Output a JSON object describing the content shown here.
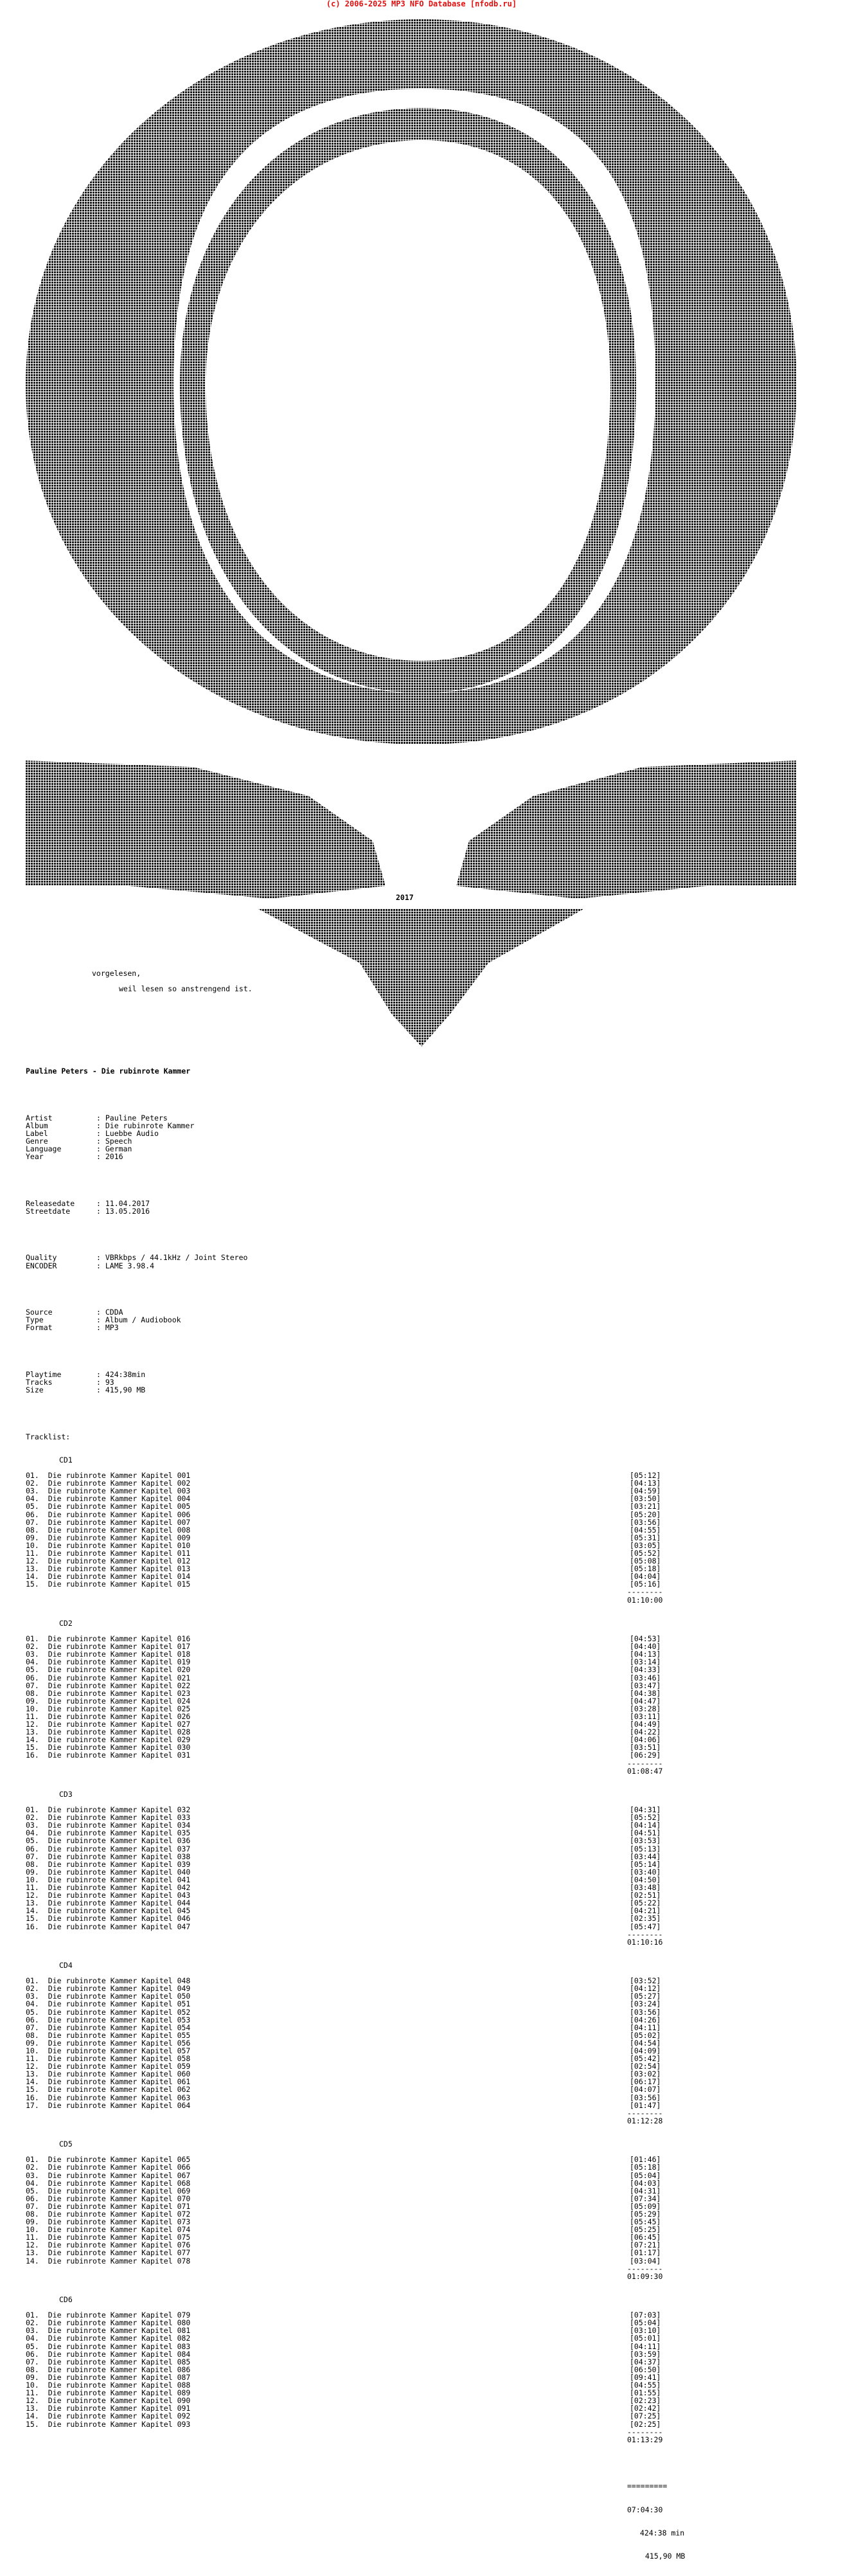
{
  "credit": "(c) 2006-2025 MP3 NFO Database [nfodb.ru]",
  "art": {
    "year": "2017",
    "tagline_1": "vorgelesen,",
    "tagline_2": "weil lesen so anstrengend ist."
  },
  "heading": "Pauline Peters - Die rubinrote Kammer",
  "info": [
    {
      "k": "Artist",
      "v": "Pauline Peters"
    },
    {
      "k": "Album",
      "v": "Die rubinrote Kammer"
    },
    {
      "k": "Label",
      "v": "Luebbe Audio"
    },
    {
      "k": "Genre",
      "v": "Speech"
    },
    {
      "k": "Language",
      "v": "German"
    },
    {
      "k": "Year",
      "v": "2016"
    }
  ],
  "dates": [
    {
      "k": "Releasedate",
      "v": "11.04.2017"
    },
    {
      "k": "Streetdate",
      "v": "13.05.2016"
    }
  ],
  "quality": [
    {
      "k": "Quality",
      "v": "VBRkbps / 44.1kHz / Joint Stereo"
    },
    {
      "k": "ENCODER",
      "v": "LAME 3.98.4"
    }
  ],
  "source": [
    {
      "k": "Source",
      "v": "CDDA"
    },
    {
      "k": "Type",
      "v": "Album / Audiobook"
    },
    {
      "k": "Format",
      "v": "MP3"
    }
  ],
  "stats": [
    {
      "k": "Playtime",
      "v": "424:38min"
    },
    {
      "k": "Tracks",
      "v": "93"
    },
    {
      "k": "Size",
      "v": "415,90 MB"
    }
  ],
  "tracklist_label": "Tracklist:",
  "separator": "--------",
  "cds": [
    {
      "name": "CD1",
      "total": "01:10:00",
      "tracks": [
        [
          "01.",
          "Die rubinrote Kammer Kapitel 001",
          "[05:12]"
        ],
        [
          "02.",
          "Die rubinrote Kammer Kapitel 002",
          "[04:13]"
        ],
        [
          "03.",
          "Die rubinrote Kammer Kapitel 003",
          "[04:59]"
        ],
        [
          "04.",
          "Die rubinrote Kammer Kapitel 004",
          "[03:50]"
        ],
        [
          "05.",
          "Die rubinrote Kammer Kapitel 005",
          "[03:21]"
        ],
        [
          "06.",
          "Die rubinrote Kammer Kapitel 006",
          "[05:20]"
        ],
        [
          "07.",
          "Die rubinrote Kammer Kapitel 007",
          "[03:56]"
        ],
        [
          "08.",
          "Die rubinrote Kammer Kapitel 008",
          "[04:55]"
        ],
        [
          "09.",
          "Die rubinrote Kammer Kapitel 009",
          "[05:31]"
        ],
        [
          "10.",
          "Die rubinrote Kammer Kapitel 010",
          "[03:05]"
        ],
        [
          "11.",
          "Die rubinrote Kammer Kapitel 011",
          "[05:52]"
        ],
        [
          "12.",
          "Die rubinrote Kammer Kapitel 012",
          "[05:08]"
        ],
        [
          "13.",
          "Die rubinrote Kammer Kapitel 013",
          "[05:18]"
        ],
        [
          "14.",
          "Die rubinrote Kammer Kapitel 014",
          "[04:04]"
        ],
        [
          "15.",
          "Die rubinrote Kammer Kapitel 015",
          "[05:16]"
        ]
      ]
    },
    {
      "name": "CD2",
      "total": "01:08:47",
      "tracks": [
        [
          "01.",
          "Die rubinrote Kammer Kapitel 016",
          "[04:53]"
        ],
        [
          "02.",
          "Die rubinrote Kammer Kapitel 017",
          "[04:40]"
        ],
        [
          "03.",
          "Die rubinrote Kammer Kapitel 018",
          "[04:13]"
        ],
        [
          "04.",
          "Die rubinrote Kammer Kapitel 019",
          "[03:14]"
        ],
        [
          "05.",
          "Die rubinrote Kammer Kapitel 020",
          "[04:33]"
        ],
        [
          "06.",
          "Die rubinrote Kammer Kapitel 021",
          "[03:46]"
        ],
        [
          "07.",
          "Die rubinrote Kammer Kapitel 022",
          "[03:47]"
        ],
        [
          "08.",
          "Die rubinrote Kammer Kapitel 023",
          "[04:38]"
        ],
        [
          "09.",
          "Die rubinrote Kammer Kapitel 024",
          "[04:47]"
        ],
        [
          "10.",
          "Die rubinrote Kammer Kapitel 025",
          "[03:28]"
        ],
        [
          "11.",
          "Die rubinrote Kammer Kapitel 026",
          "[03:11]"
        ],
        [
          "12.",
          "Die rubinrote Kammer Kapitel 027",
          "[04:49]"
        ],
        [
          "13.",
          "Die rubinrote Kammer Kapitel 028",
          "[04:22]"
        ],
        [
          "14.",
          "Die rubinrote Kammer Kapitel 029",
          "[04:06]"
        ],
        [
          "15.",
          "Die rubinrote Kammer Kapitel 030",
          "[03:51]"
        ],
        [
          "16.",
          "Die rubinrote Kammer Kapitel 031",
          "[06:29]"
        ]
      ]
    },
    {
      "name": "CD3",
      "total": "01:10:16",
      "tracks": [
        [
          "01.",
          "Die rubinrote Kammer Kapitel 032",
          "[04:31]"
        ],
        [
          "02.",
          "Die rubinrote Kammer Kapitel 033",
          "[05:52]"
        ],
        [
          "03.",
          "Die rubinrote Kammer Kapitel 034",
          "[04:14]"
        ],
        [
          "04.",
          "Die rubinrote Kammer Kapitel 035",
          "[04:51]"
        ],
        [
          "05.",
          "Die rubinrote Kammer Kapitel 036",
          "[03:53]"
        ],
        [
          "06.",
          "Die rubinrote Kammer Kapitel 037",
          "[05:13]"
        ],
        [
          "07.",
          "Die rubinrote Kammer Kapitel 038",
          "[03:44]"
        ],
        [
          "08.",
          "Die rubinrote Kammer Kapitel 039",
          "[05:14]"
        ],
        [
          "09.",
          "Die rubinrote Kammer Kapitel 040",
          "[03:40]"
        ],
        [
          "10.",
          "Die rubinrote Kammer Kapitel 041",
          "[04:50]"
        ],
        [
          "11.",
          "Die rubinrote Kammer Kapitel 042",
          "[03:48]"
        ],
        [
          "12.",
          "Die rubinrote Kammer Kapitel 043",
          "[02:51]"
        ],
        [
          "13.",
          "Die rubinrote Kammer Kapitel 044",
          "[05:22]"
        ],
        [
          "14.",
          "Die rubinrote Kammer Kapitel 045",
          "[04:21]"
        ],
        [
          "15.",
          "Die rubinrote Kammer Kapitel 046",
          "[02:35]"
        ],
        [
          "16.",
          "Die rubinrote Kammer Kapitel 047",
          "[05:47]"
        ]
      ]
    },
    {
      "name": "CD4",
      "total": "01:12:28",
      "tracks": [
        [
          "01.",
          "Die rubinrote Kammer Kapitel 048",
          "[03:52]"
        ],
        [
          "02.",
          "Die rubinrote Kammer Kapitel 049",
          "[04:12]"
        ],
        [
          "03.",
          "Die rubinrote Kammer Kapitel 050",
          "[05:27]"
        ],
        [
          "04.",
          "Die rubinrote Kammer Kapitel 051",
          "[03:24]"
        ],
        [
          "05.",
          "Die rubinrote Kammer Kapitel 052",
          "[03:56]"
        ],
        [
          "06.",
          "Die rubinrote Kammer Kapitel 053",
          "[04:26]"
        ],
        [
          "07.",
          "Die rubinrote Kammer Kapitel 054",
          "[04:11]"
        ],
        [
          "08.",
          "Die rubinrote Kammer Kapitel 055",
          "[05:02]"
        ],
        [
          "09.",
          "Die rubinrote Kammer Kapitel 056",
          "[04:54]"
        ],
        [
          "10.",
          "Die rubinrote Kammer Kapitel 057",
          "[04:09]"
        ],
        [
          "11.",
          "Die rubinrote Kammer Kapitel 058",
          "[05:42]"
        ],
        [
          "12.",
          "Die rubinrote Kammer Kapitel 059",
          "[02:54]"
        ],
        [
          "13.",
          "Die rubinrote Kammer Kapitel 060",
          "[03:02]"
        ],
        [
          "14.",
          "Die rubinrote Kammer Kapitel 061",
          "[06:17]"
        ],
        [
          "15.",
          "Die rubinrote Kammer Kapitel 062",
          "[04:07]"
        ],
        [
          "16.",
          "Die rubinrote Kammer Kapitel 063",
          "[03:56]"
        ],
        [
          "17.",
          "Die rubinrote Kammer Kapitel 064",
          "[01:47]"
        ]
      ]
    },
    {
      "name": "CD5",
      "total": "01:09:30",
      "tracks": [
        [
          "01.",
          "Die rubinrote Kammer Kapitel 065",
          "[01:46]"
        ],
        [
          "02.",
          "Die rubinrote Kammer Kapitel 066",
          "[05:18]"
        ],
        [
          "03.",
          "Die rubinrote Kammer Kapitel 067",
          "[05:04]"
        ],
        [
          "04.",
          "Die rubinrote Kammer Kapitel 068",
          "[04:03]"
        ],
        [
          "05.",
          "Die rubinrote Kammer Kapitel 069",
          "[04:31]"
        ],
        [
          "06.",
          "Die rubinrote Kammer Kapitel 070",
          "[07:34]"
        ],
        [
          "07.",
          "Die rubinrote Kammer Kapitel 071",
          "[05:09]"
        ],
        [
          "08.",
          "Die rubinrote Kammer Kapitel 072",
          "[05:29]"
        ],
        [
          "09.",
          "Die rubinrote Kammer Kapitel 073",
          "[05:45]"
        ],
        [
          "10.",
          "Die rubinrote Kammer Kapitel 074",
          "[05:25]"
        ],
        [
          "11.",
          "Die rubinrote Kammer Kapitel 075",
          "[06:45]"
        ],
        [
          "12.",
          "Die rubinrote Kammer Kapitel 076",
          "[07:21]"
        ],
        [
          "13.",
          "Die rubinrote Kammer Kapitel 077",
          "[01:17]"
        ],
        [
          "14.",
          "Die rubinrote Kammer Kapitel 078",
          "[03:04]"
        ]
      ]
    },
    {
      "name": "CD6",
      "total": "01:13:29",
      "tracks": [
        [
          "01.",
          "Die rubinrote Kammer Kapitel 079",
          "[07:03]"
        ],
        [
          "02.",
          "Die rubinrote Kammer Kapitel 080",
          "[05:04]"
        ],
        [
          "03.",
          "Die rubinrote Kammer Kapitel 081",
          "[03:10]"
        ],
        [
          "04.",
          "Die rubinrote Kammer Kapitel 082",
          "[05:01]"
        ],
        [
          "05.",
          "Die rubinrote Kammer Kapitel 083",
          "[04:11]"
        ],
        [
          "06.",
          "Die rubinrote Kammer Kapitel 084",
          "[03:59]"
        ],
        [
          "07.",
          "Die rubinrote Kammer Kapitel 085",
          "[04:37]"
        ],
        [
          "08.",
          "Die rubinrote Kammer Kapitel 086",
          "[06:50]"
        ],
        [
          "09.",
          "Die rubinrote Kammer Kapitel 087",
          "[09:41]"
        ],
        [
          "10.",
          "Die rubinrote Kammer Kapitel 088",
          "[04:55]"
        ],
        [
          "11.",
          "Die rubinrote Kammer Kapitel 089",
          "[01:55]"
        ],
        [
          "12.",
          "Die rubinrote Kammer Kapitel 090",
          "[02:23]"
        ],
        [
          "13.",
          "Die rubinrote Kammer Kapitel 091",
          "[02:42]"
        ],
        [
          "14.",
          "Die rubinrote Kammer Kapitel 092",
          "[07:25]"
        ],
        [
          "15.",
          "Die rubinrote Kammer Kapitel 093",
          "[02:25]"
        ]
      ]
    }
  ],
  "grand_total": {
    "separator": "=========",
    "time": "07:04:30",
    "minutes": "424:38 min",
    "size": "415,90 MB"
  }
}
